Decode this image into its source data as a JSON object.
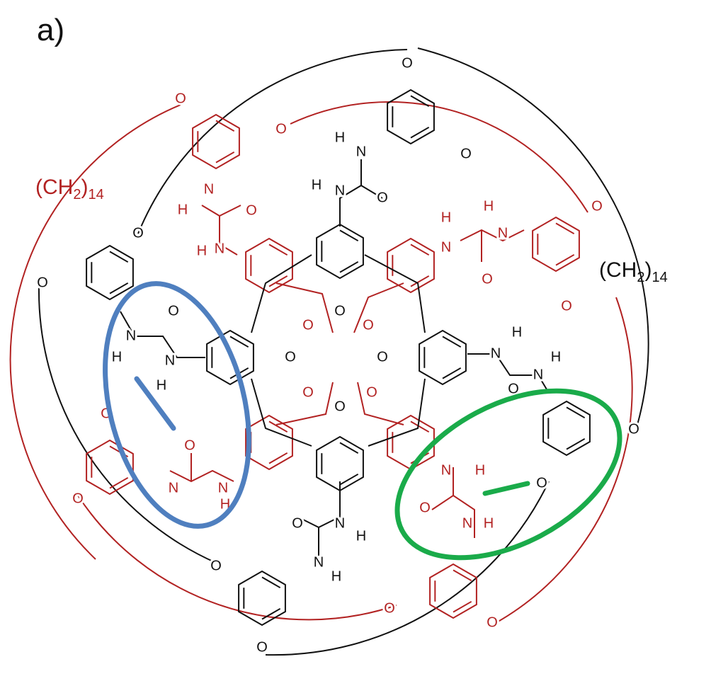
{
  "panel_label": "a)",
  "chain_label_red": {
    "main": "(CH",
    "sub1": "2",
    "close": ")",
    "sub2": "14"
  },
  "chain_label_black": {
    "main": "(CH",
    "sub1": "2",
    "close": ")",
    "sub2": "14"
  },
  "atoms": {
    "oxygen": "O",
    "hydrogen": "H",
    "nitrogen": "N"
  },
  "colors": {
    "black_layer": "#111111",
    "red_layer": "#b22222",
    "highlight_blue": "#4f7fbf",
    "highlight_green": "#1aab4a"
  }
}
